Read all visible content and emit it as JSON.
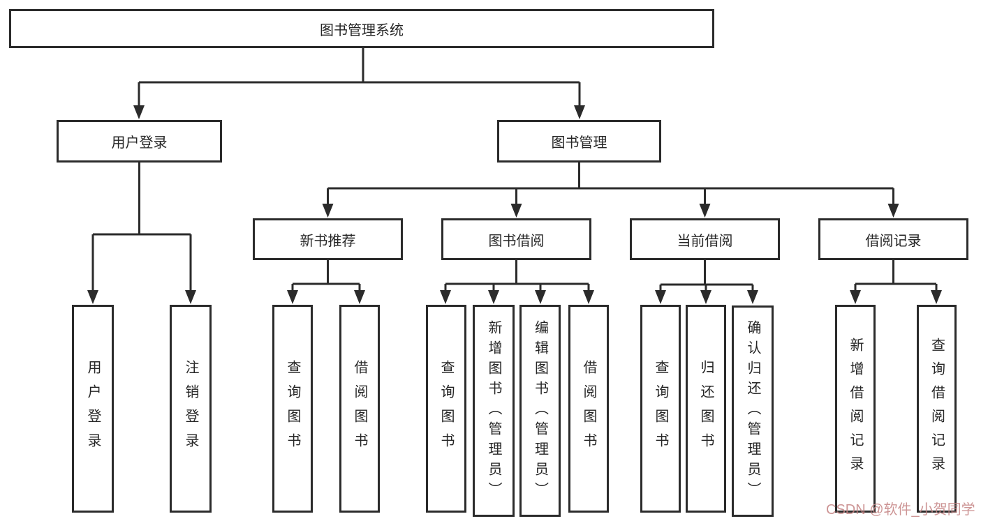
{
  "colors": {
    "background": "#ffffff",
    "line": "#2b2b2b",
    "text": "#262626",
    "watermark": "#c48282"
  },
  "tree": {
    "root": {
      "label": "图书管理系统"
    },
    "user_login": {
      "label": "用户登录",
      "children": [
        {
          "label": "用户登录"
        },
        {
          "label": "注销登录"
        }
      ]
    },
    "book_mgmt": {
      "label": "图书管理",
      "groups": [
        {
          "label": "新书推荐",
          "children": [
            {
              "label": "查询图书"
            },
            {
              "label": "借阅图书"
            }
          ]
        },
        {
          "label": "图书借阅",
          "children": [
            {
              "label": "查询图书"
            },
            {
              "label": "新增图书（管理员）"
            },
            {
              "label": "编辑图书（管理员）"
            },
            {
              "label": "借阅图书"
            }
          ]
        },
        {
          "label": "当前借阅",
          "children": [
            {
              "label": "查询图书"
            },
            {
              "label": "归还图书"
            },
            {
              "label": "确认归还（管理员）"
            }
          ]
        },
        {
          "label": "借阅记录",
          "children": [
            {
              "label": "新增借阅记录"
            },
            {
              "label": "查询借阅记录"
            }
          ]
        }
      ]
    }
  },
  "watermark": {
    "text": "CSDN @软件_小贺同学"
  }
}
